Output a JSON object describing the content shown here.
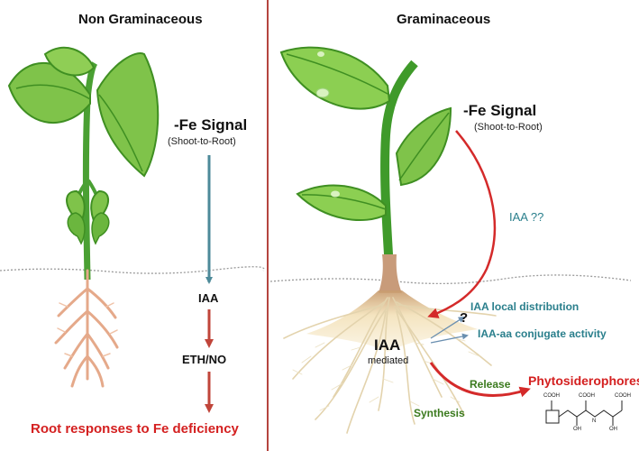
{
  "left": {
    "heading": "Non Graminaceous",
    "signal": "-Fe Signal",
    "signal_sub": "(Shoot-to-Root)",
    "step1": "IAA",
    "step2": "ETH/NO",
    "result": "Root responses to Fe deficiency"
  },
  "right": {
    "heading": "Graminaceous",
    "signal": "-Fe Signal",
    "signal_sub": "(Shoot-to-Root)",
    "iaa_q": "IAA ??",
    "question": "?",
    "local_dist": "IAA local distribution",
    "conjugate": "IAA-aa conjugate activity",
    "iaa": "IAA",
    "mediated": "mediated",
    "release": "Release",
    "synthesis": "Synthesis",
    "phyto": "Phytosiderophores",
    "molecule_labels": {
      "cooh1": "COOH",
      "cooh2": "COOH",
      "cooh3": "COOH",
      "oh1": "OH",
      "oh2": "OH",
      "n": "N"
    }
  },
  "colors": {
    "divider": "#b5453f",
    "teal_arrow": "#4d8a99",
    "red_arrow": "#c0453a",
    "signal_curve": "#d42a2a",
    "leaf": "#7fc34a",
    "leaf_dark": "#3f8f22",
    "stem": "#4aa033",
    "root": "#e5a98a"
  }
}
